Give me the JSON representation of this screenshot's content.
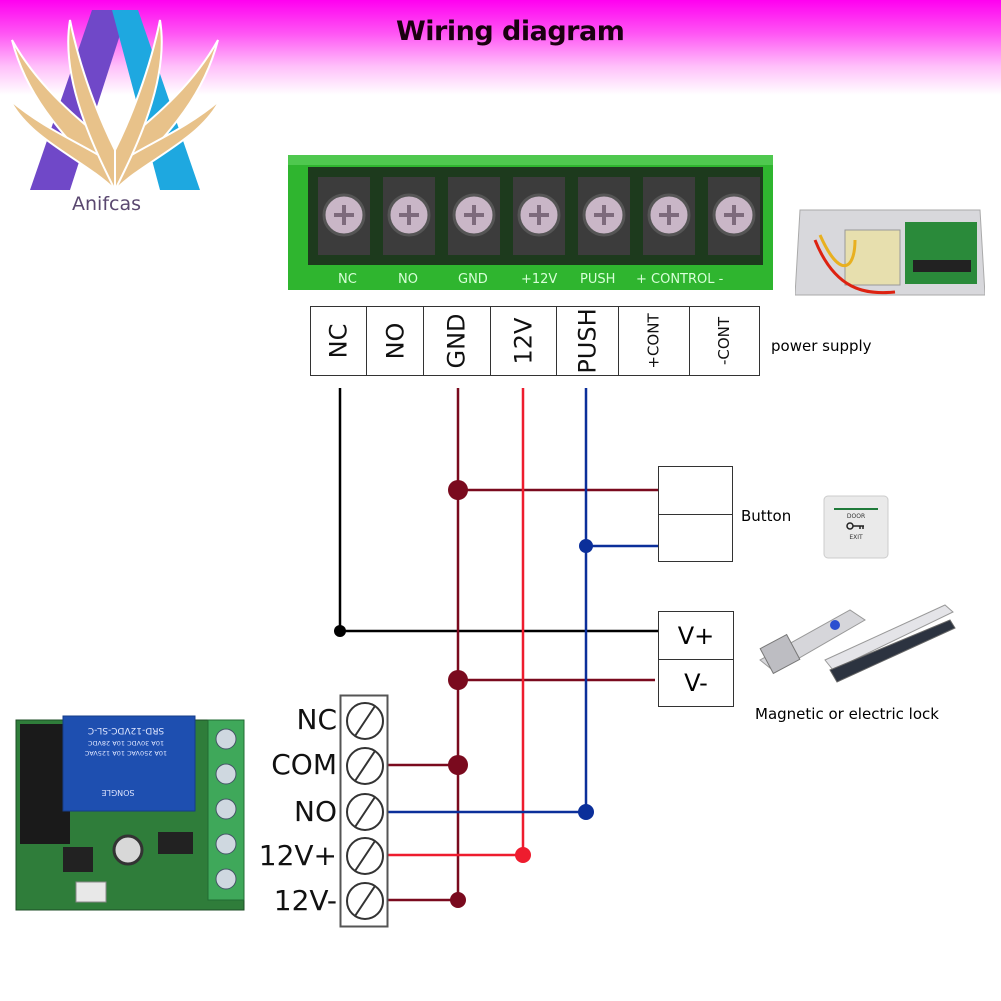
{
  "header": {
    "title": "Wiring diagram",
    "brand": "Anifcas"
  },
  "power_supply_board": {
    "silkscreen_labels": [
      "NC",
      "NO",
      "GND",
      "+12V",
      "PUSH",
      "+ CONTROL -"
    ],
    "label": "power supply"
  },
  "terminal_table": {
    "cells": [
      "NC",
      "NO",
      "GND",
      "12V",
      "PUSH",
      "+CONT",
      "-CONT"
    ]
  },
  "button_device": {
    "label": "Button",
    "plate_text": [
      "DOOR",
      "EXIT"
    ]
  },
  "lock_device": {
    "terminals": [
      "V+",
      "V-"
    ],
    "label": "Magnetic or electric lock"
  },
  "relay_module": {
    "relay_markings": [
      "SRD-12VDC-SL-C",
      "10A 250VAC 10A 125VAC",
      "10A 30VDC 10A 28VDC",
      "SONGLE"
    ],
    "terminals": [
      "NC",
      "COM",
      "NO",
      "12V+",
      "12V-"
    ]
  },
  "wire_colors": {
    "gnd": "#7a0a1e",
    "v12": "#ee1c2e",
    "push": "#0b2f9a",
    "nc": "#000000"
  }
}
